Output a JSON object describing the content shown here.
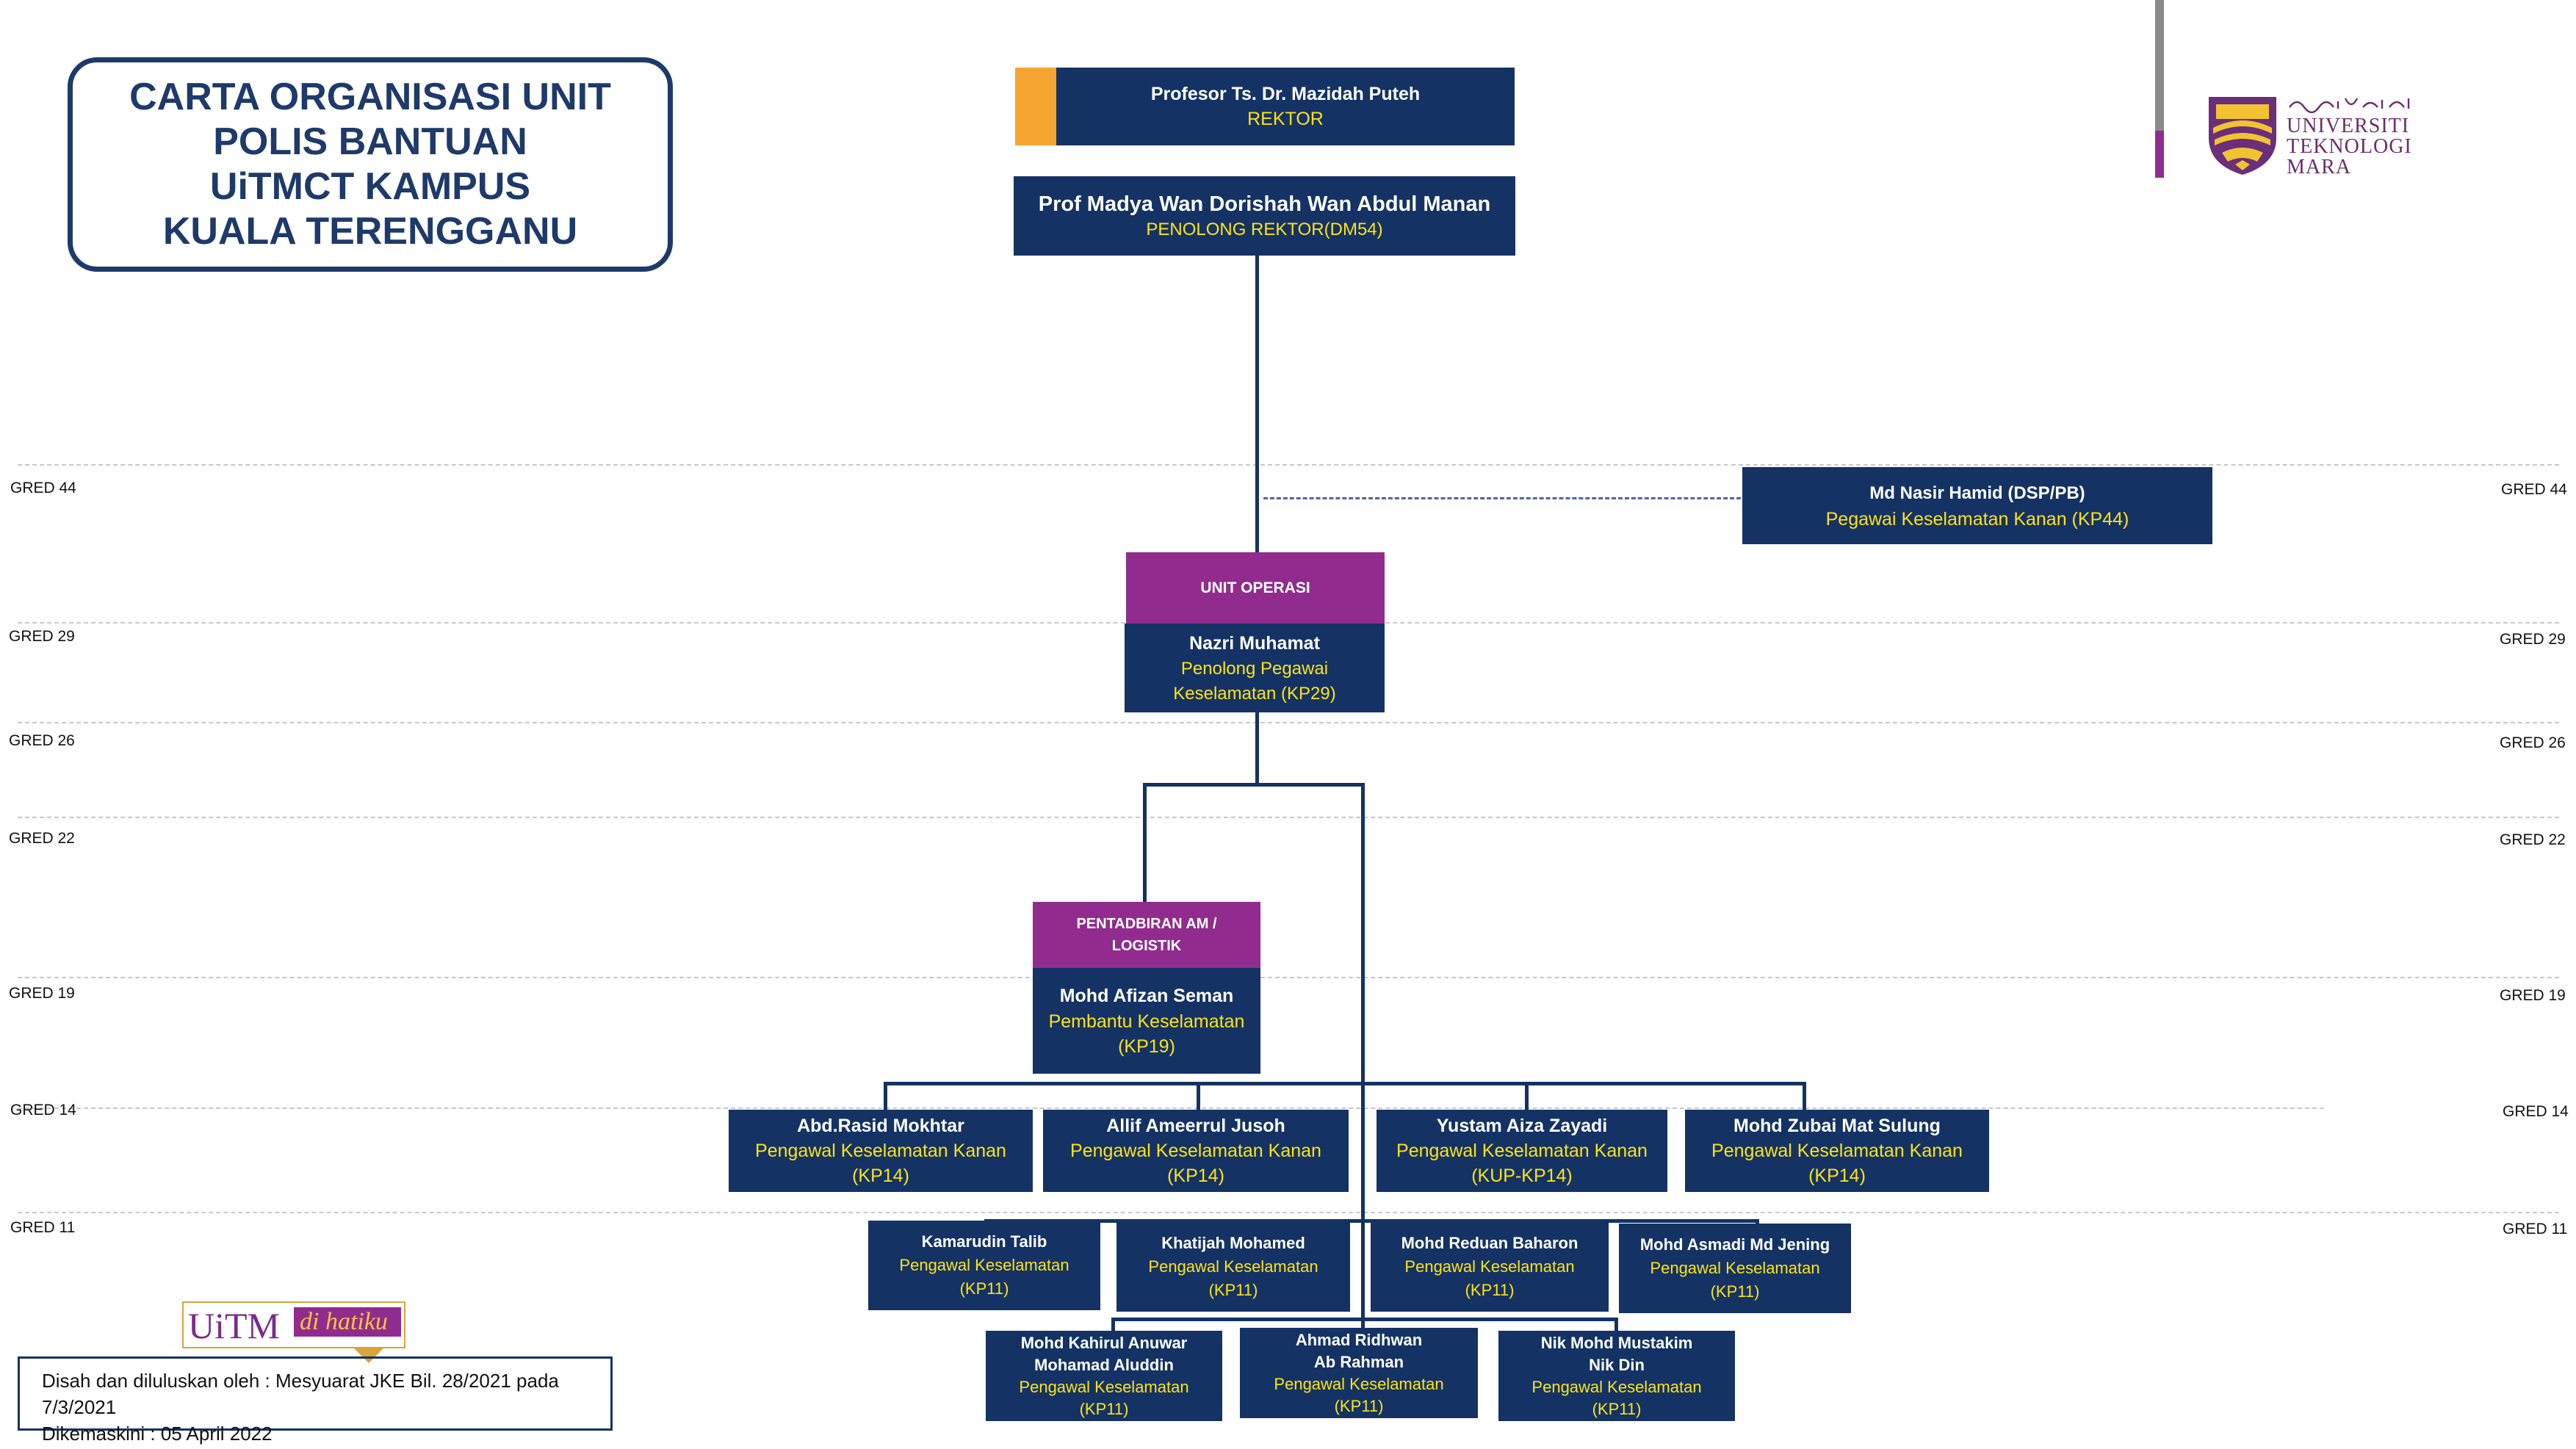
{
  "title": {
    "line1": "CARTA ORGANISASI UNIT",
    "line2": "POLIS BANTUAN",
    "line3": "UiTMCT KAMPUS",
    "line4": "KUALA TERENGGANU"
  },
  "grades": {
    "g44": "GRED 44",
    "g29": "GRED 29",
    "g26": "GRED 26",
    "g22": "GRED 22",
    "g19": "GRED 19",
    "g14": "GRED 14",
    "g11": "GRED 11"
  },
  "colors": {
    "navy": "#143364",
    "purple": "#912c8e",
    "yellow": "#ffe21a",
    "orange": "#f5a630"
  },
  "logo": {
    "line1": "UNIVERSITI",
    "line2": "TEKNOLOGI",
    "line3": "MARA"
  },
  "nodes": {
    "rektor": {
      "name": "Profesor Ts. Dr. Mazidah Puteh",
      "role": "REKTOR"
    },
    "penolong_rektor": {
      "name": "Prof Madya Wan Dorishah Wan Abdul Manan",
      "role": "PENOLONG REKTOR(DM54)"
    },
    "pegawai_kanan": {
      "name": "Md Nasir Hamid (DSP/PB)",
      "role": "Pegawai Keselamatan Kanan (KP44)"
    },
    "unit_operasi": {
      "header": "UNIT OPERASI",
      "name": "Nazri Muhamat",
      "role1": "Penolong Pegawai",
      "role2": "Keselamatan (KP29)"
    },
    "pentadbiran": {
      "header1": "PENTADBIRAN AM /",
      "header2": "LOGISTIK",
      "name": "Mohd Afizan Seman",
      "role1": "Pembantu Keselamatan",
      "role2": "(KP19)"
    },
    "kp14": [
      {
        "name": "Abd.Rasid Mokhtar",
        "role": "Pengawal Keselamatan Kanan",
        "grade": "(KP14)"
      },
      {
        "name": "Allif Ameerrul Jusoh",
        "role": "Pengawal Keselamatan Kanan",
        "grade": "(KP14)"
      },
      {
        "name": "Yustam Aiza Zayadi",
        "role": "Pengawal Keselamatan Kanan",
        "grade": "(KUP-KP14)"
      },
      {
        "name": "Mohd Zubai Mat Sulung",
        "role": "Pengawal Keselamatan Kanan",
        "grade": "(KP14)"
      }
    ],
    "kp11_row1": [
      {
        "name": "Kamarudin Talib",
        "role": "Pengawal Keselamatan",
        "grade": "(KP11)"
      },
      {
        "name": "Khatijah Mohamed",
        "role": "Pengawal Keselamatan",
        "grade": "(KP11)"
      },
      {
        "name": "Mohd Reduan Baharon",
        "role": "Pengawal Keselamatan",
        "grade": "(KP11)"
      },
      {
        "name": "Mohd Asmadi Md Jening",
        "role": "Pengawal Keselamatan",
        "grade": "(KP11)"
      }
    ],
    "kp11_row2": [
      {
        "name1": "Mohd Kahirul Anuwar",
        "name2": "Mohamad Aluddin",
        "role": "Pengawal Keselamatan",
        "grade": "(KP11)"
      },
      {
        "name1": "Ahmad Ridhwan",
        "name2": "Ab Rahman",
        "role": "Pengawal Keselamatan",
        "grade": "(KP11)"
      },
      {
        "name1": "Nik Mohd Mustakim",
        "name2": "Nik Din",
        "role": "Pengawal Keselamatan",
        "grade": "(KP11)"
      }
    ]
  },
  "badge": {
    "uitm": "UiTM",
    "hatiku": "di hatiku"
  },
  "footer": {
    "line1": "Disah dan diluluskan oleh : Mesyuarat JKE Bil. 28/2021 pada 7/3/2021",
    "line2": "Dikemaskini : 05 April 2022"
  }
}
